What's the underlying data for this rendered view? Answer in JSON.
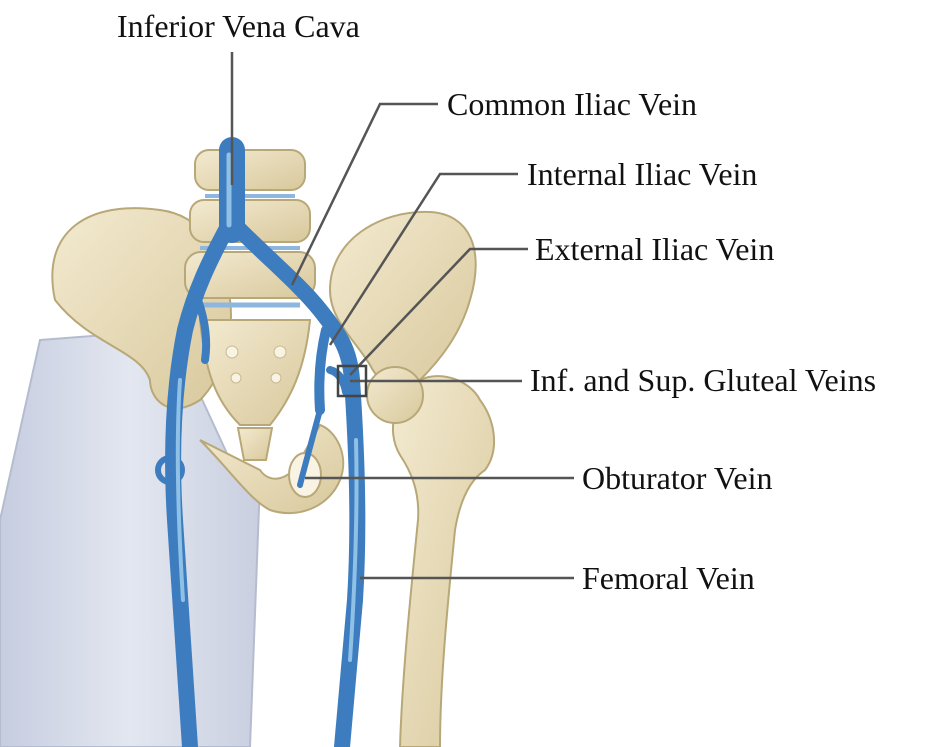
{
  "labels": {
    "inferior_vena_cava": "Inferior Vena Cava",
    "common_iliac_vein": "Common Iliac Vein",
    "internal_iliac_vein": "Internal Iliac Vein",
    "external_iliac_vein": "External Iliac Vein",
    "gluteal_veins": "Inf. and Sup. Gluteal Veins",
    "obturator_vein": "Obturator Vein",
    "femoral_vein": "Femoral Vein"
  },
  "colors": {
    "bone": "#ece2c4",
    "bone_shadow": "#c8b98f",
    "vein": "#3d7dbf",
    "vein_highlight": "#8fc0e6",
    "fascia": "#cfd6e6",
    "leader_line": "#555555"
  }
}
